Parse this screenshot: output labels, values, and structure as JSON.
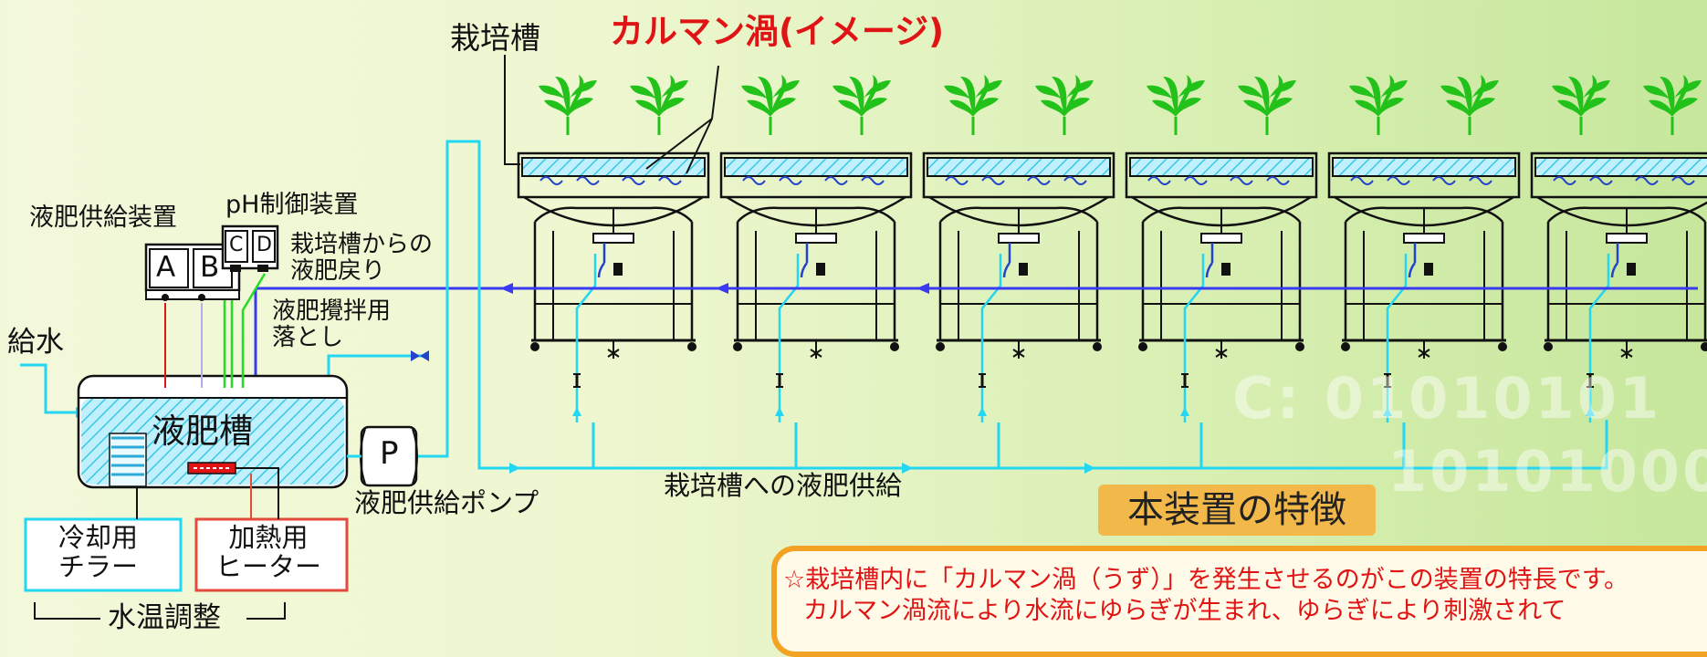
{
  "title": "カルマン渦(イメージ)",
  "labels": {
    "tank": "栽培槽",
    "supply_device": "液肥供給装置",
    "ph_device": "pH制御装置",
    "return_line": "栽培槽からの\n液肥戻り",
    "stir_drop": "液肥攪拌用\n落とし",
    "water_in": "給水",
    "fert_tank": "液肥槽",
    "pump": "液肥供給ポンプ",
    "pump_letter": "P",
    "supply_to_tanks": "栽培槽への液肥供給",
    "chiller": "冷却用\nチラー",
    "heater": "加熱用\nヒーター",
    "temp_adjust": "水温調整"
  },
  "devices": {
    "a": "A",
    "b": "B",
    "c": "C",
    "d": "D"
  },
  "feature": {
    "title": "本装置の特徴",
    "lines": [
      "☆栽培槽内に「カルマン渦（うず）」を発生させるのがこの装置の特長です。",
      "カルマン渦流により水流にゆらぎが生まれ、ゆらぎにより刺激されて"
    ]
  },
  "binary_text": {
    "line1": "01010101",
    "line2": "10101000",
    "prefix": "C:"
  },
  "colors": {
    "supply": "#23d6f2",
    "return": "#3a3af0",
    "red": "#e01414",
    "plant": "#22c21a",
    "panel_border": "#f4a223"
  }
}
